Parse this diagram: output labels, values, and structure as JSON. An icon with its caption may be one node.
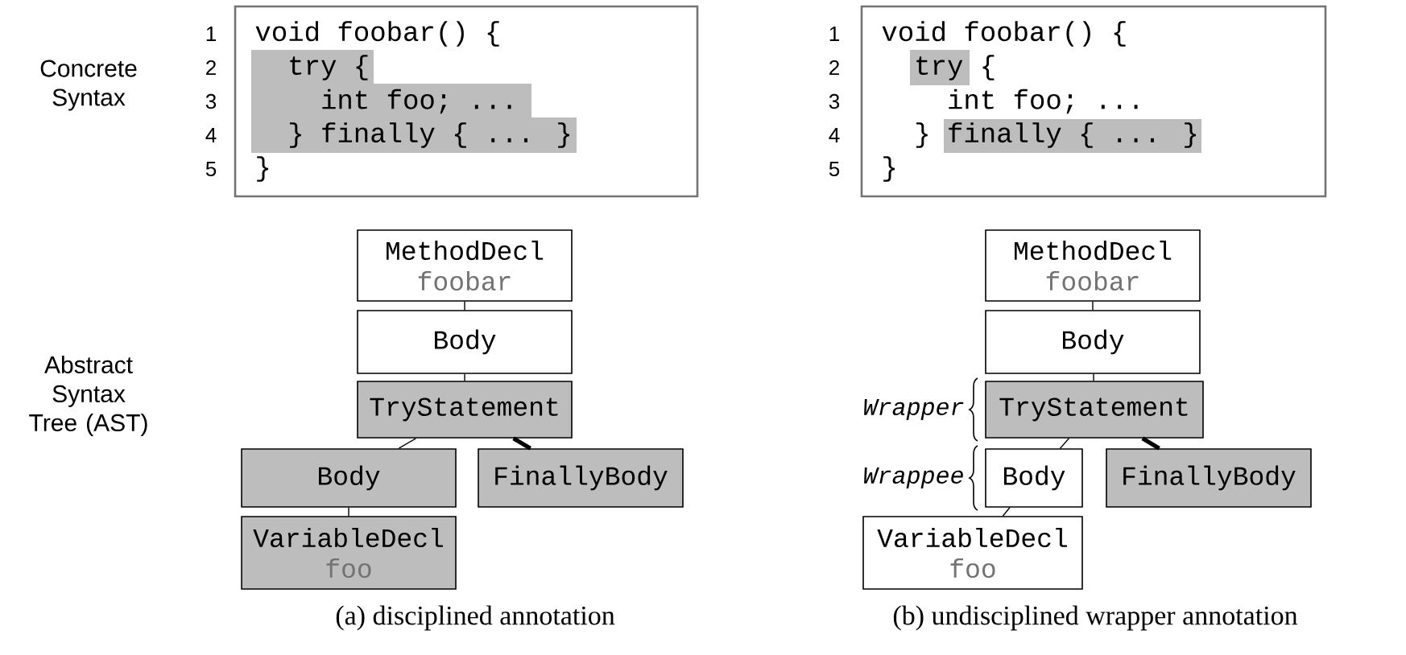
{
  "diagram": {
    "nodes": [
      {
        "text": [
          "void foobar() {",
          "try {",
          "int foo; ...",
          "} finally { ... }",
          "}"
        ]
      },
      {
        "text": [
          "MethodDecl",
          "foobar"
        ]
      },
      {
        "text": [
          "Body"
        ]
      },
      {
        "text": [
          "TryStatement"
        ]
      },
      {
        "text": [
          "Body"
        ]
      },
      {
        "text": [
          "FinallyBody"
        ]
      },
      {
        "text": [
          "VariableDecl",
          "foo"
        ]
      },
      {
        "text": [
          "void foobar() {",
          "try {",
          "int foo; ...",
          "} finally { ... }",
          "}"
        ]
      },
      {
        "text": [
          "MethodDecl",
          "foobar"
        ]
      },
      {
        "text": [
          "Body"
        ]
      },
      {
        "text": [
          "TryStatement"
        ],
        "beside": [
          "Wrapper"
        ]
      },
      {
        "text": [
          "Body"
        ],
        "beside": [
          "Wrappee"
        ]
      },
      {
        "text": [
          "FinallyBody"
        ]
      },
      {
        "text": [
          "VariableDecl",
          "foo"
        ]
      }
    ],
    "edges": [
      {
        "from": 1,
        "to": 2,
        "arrow": "none"
      },
      {
        "from": 2,
        "to": 3,
        "arrow": "none"
      },
      {
        "from": 3,
        "to": 4,
        "arrow": "none"
      },
      {
        "from": 3,
        "to": 5,
        "arrow": "none",
        "style": "thick"
      },
      {
        "from": 4,
        "to": 6,
        "arrow": "none"
      },
      {
        "from": 8,
        "to": 9,
        "arrow": "none"
      },
      {
        "from": 9,
        "to": 10,
        "arrow": "none"
      },
      {
        "from": 10,
        "to": 11,
        "arrow": "none"
      },
      {
        "from": 10,
        "to": 12,
        "arrow": "none",
        "style": "thick"
      },
      {
        "from": 11,
        "to": 13,
        "arrow": "none"
      }
    ],
    "labels": [
      "Concrete Syntax",
      "1",
      "2",
      "3",
      "4",
      "5",
      "1",
      "2",
      "3",
      "4",
      "5",
      "Abstract Syntax Tree (AST)",
      "(a) disciplined annotation",
      "(b) undisciplined wrapper annotation"
    ]
  }
}
